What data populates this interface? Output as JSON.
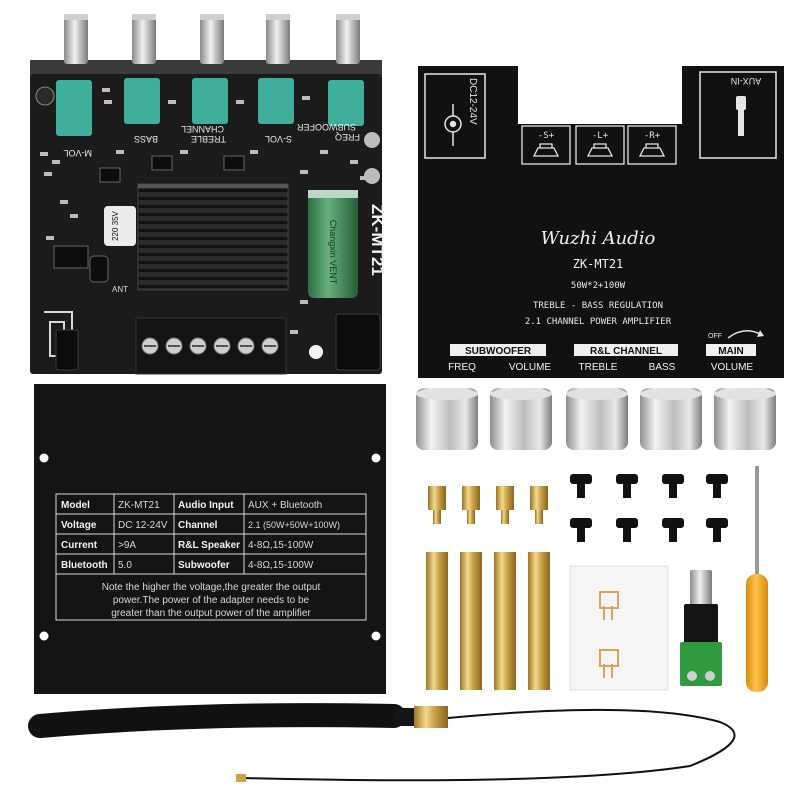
{
  "pcb": {
    "model": "ZK-MT21",
    "knob_labels": [
      "M-VOL",
      "BASS",
      "TREBLE",
      "S-VOL",
      "FREQ"
    ],
    "header_labels": [
      "CHANNEL",
      "SUBWOOFER"
    ],
    "cap_small": "220 35V",
    "cap_large": "Changxin VENT",
    "ant": "ANT"
  },
  "cover": {
    "power_label": "DC12-24V",
    "aux_label": "AUX-IN",
    "speakers": [
      "-S+",
      "-L+",
      "-R+"
    ],
    "brand": "Wuzhi Audio",
    "model": "ZK-MT21",
    "power_spec": "50W*2+100W",
    "line1": "TREBLE - BASS REGULATION",
    "line2": "2.1 CHANNEL POWER AMPLIFIER",
    "off_label": "OFF",
    "groups": [
      "SUBWOOFER",
      "R&L CHANNEL",
      "MAIN"
    ],
    "controls": [
      "FREQ",
      "VOLUME",
      "TREBLE",
      "BASS",
      "VOLUME"
    ]
  },
  "spec_plate": {
    "rows": [
      [
        "Model",
        "ZK-MT21",
        "Audio Input",
        "AUX + Bluetooth"
      ],
      [
        "Voltage",
        "DC 12-24V",
        "Channel",
        "2.1 (50W+50W+100W)"
      ],
      [
        "Current",
        ">9A",
        "R&L Speaker",
        "4-8Ω,15-100W"
      ],
      [
        "Bluetooth",
        "5.0",
        "Subwoofer",
        "4-8Ω,15-100W"
      ]
    ],
    "note_lines": [
      "Note the higher the voltage,the greater the output",
      "power.The power of the adapter needs to be",
      "greater than the output power of the amplifier"
    ]
  },
  "accessories": {
    "knob_count": 5,
    "screw_count": 8,
    "short_standoffs": 4,
    "long_standoffs": 4
  },
  "colors": {
    "pcb": "#1b1b1b",
    "cover": "#111111",
    "plate": "#141414",
    "teal": "#3fae9b",
    "brass": "#caa24a",
    "screwdriver": "#f2a81d",
    "capacitor": "#3f8f58",
    "adapter": "#2f9a3f"
  }
}
